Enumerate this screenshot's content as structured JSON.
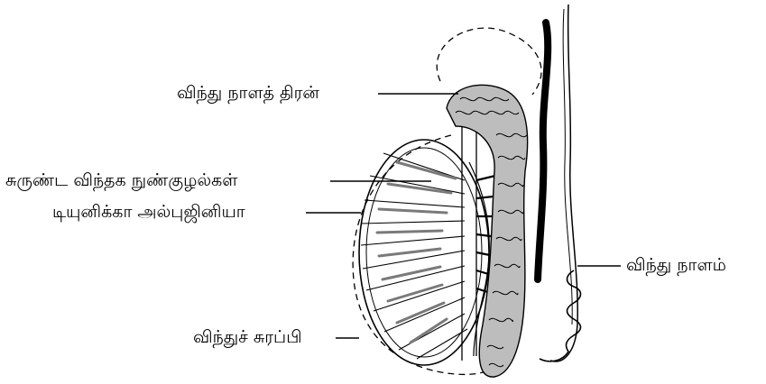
{
  "labels": {
    "spermatic_cord_sheath": "விந்து நாளத் திரன்",
    "seminiferous_tubules": "சுருண்ட விந்தக நுண்குழல்கள்",
    "tunica_albuginea": "டியுனிக்கா அல்புஜினியா",
    "testis": "விந்துச் சுரப்பி",
    "vas_deferens": "விந்து நாளம்"
  },
  "colors": {
    "ink": "#000000",
    "background": "#ffffff",
    "hatch": "#7a7a7a"
  }
}
